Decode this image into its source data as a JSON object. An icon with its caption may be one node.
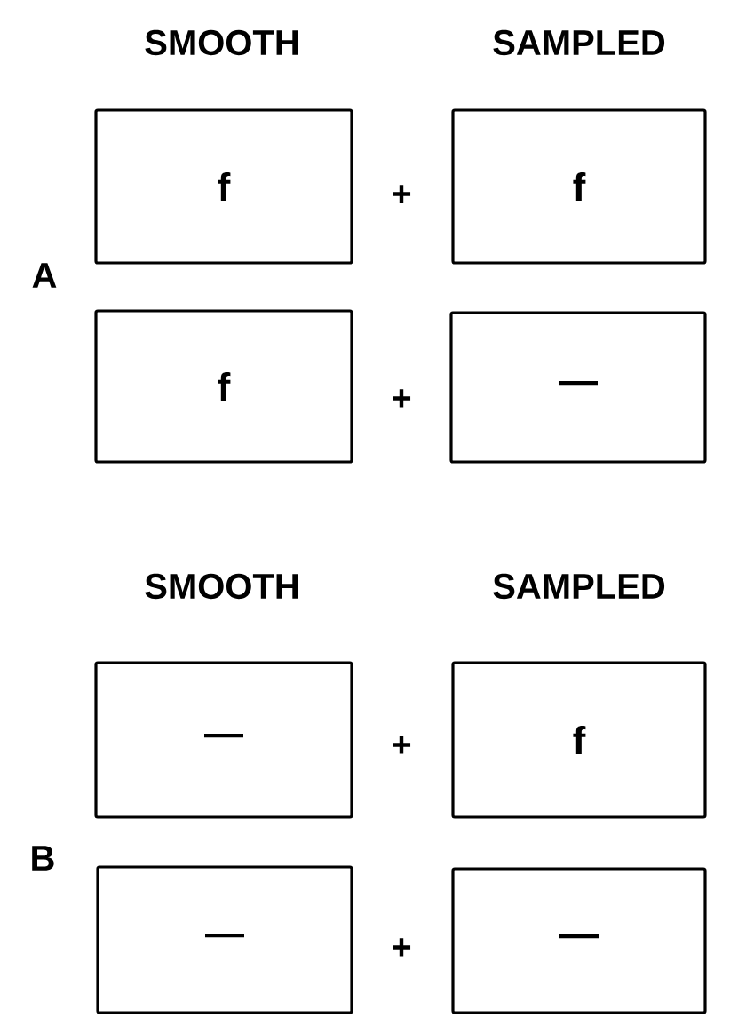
{
  "diagram": {
    "nodes": [
      {
        "text": [
          "f"
        ]
      },
      {
        "text": [
          "f"
        ]
      },
      {
        "text": [
          "f"
        ]
      },
      {
        "text": [
          "—"
        ]
      },
      {
        "text": [
          "—"
        ]
      },
      {
        "text": [
          "f"
        ]
      },
      {
        "text": [
          "—"
        ]
      },
      {
        "text": [
          "—"
        ]
      }
    ],
    "labels": [
      "SMOOTH",
      "SAMPLED",
      "+",
      "A",
      "+",
      "SMOOTH",
      "SAMPLED",
      "+",
      "B",
      "+"
    ]
  }
}
